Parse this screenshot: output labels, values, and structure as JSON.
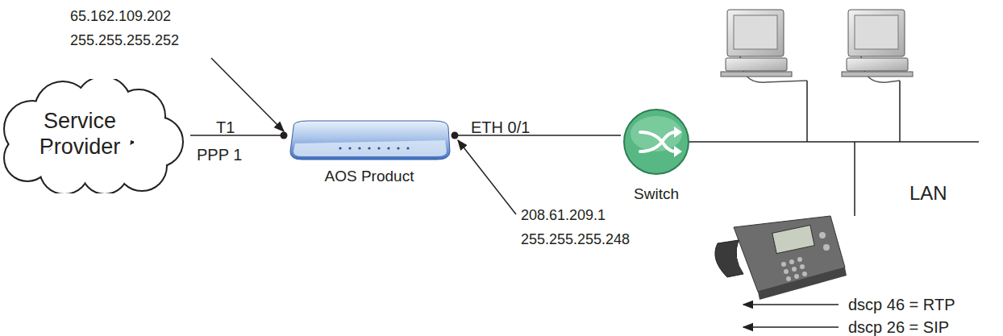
{
  "diagram": {
    "nodes": [
      {
        "text": [
          "Service Provider"
        ]
      },
      {
        "text": [
          "AOS Product"
        ]
      },
      {
        "text": [
          "Switch"
        ]
      }
    ],
    "edges": [
      {
        "from": 0,
        "to": 1,
        "arrow": "none",
        "label": "T1"
      },
      {
        "from": 1,
        "to": 2,
        "arrow": "none",
        "label": "ETH 0/1"
      }
    ],
    "labels": [
      "65.162.109.202",
      "255.255.255.252",
      "PPP 1",
      "208.61.209.1",
      "255.255.255.248",
      "LAN",
      "dscp 46 = RTP",
      "dscp 26 = SIP"
    ]
  }
}
